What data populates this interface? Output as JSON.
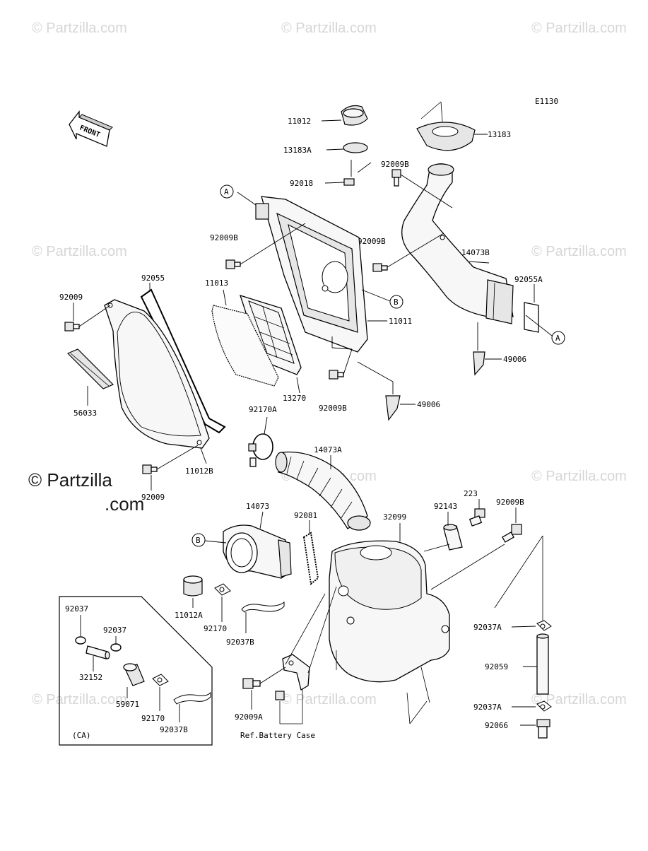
{
  "diagram_code": "E1130",
  "front_label": "FRONT",
  "callouts": {
    "a": "A",
    "b": "B"
  },
  "watermark": {
    "text": "© Partzilla.com",
    "main_line1": "© Partzilla",
    "main_line2": ".com"
  },
  "notes": {
    "battery": "Ref.Battery Case",
    "ca": "(CA)"
  },
  "labels": {
    "p11012": "11012",
    "p13183A": "13183A",
    "p92018": "92018",
    "p13183": "13183",
    "p92009B_a": "92009B",
    "p92009B_b": "92009B",
    "p92009B_c": "92009B",
    "p92009B_d": "92009B",
    "p92009B_e": "92009B",
    "p14073B": "14073B",
    "p92055A": "92055A",
    "p92055": "92055",
    "p11013": "11013",
    "p92009_a": "92009",
    "p92009_b": "92009",
    "p11011": "11011",
    "p49006_a": "49006",
    "p49006_b": "49006",
    "p13270": "13270",
    "p56033": "56033",
    "p92170A": "92170A",
    "p14073A": "14073A",
    "p11012B": "11012B",
    "p223": "223",
    "p92143": "92143",
    "p14073": "14073",
    "p92081": "92081",
    "p32099": "32099",
    "p11012A": "11012A",
    "p92170_a": "92170",
    "p92170_b": "92170",
    "p92037B_a": "92037B",
    "p92037B_b": "92037B",
    "p92037_a": "92037",
    "p92037_b": "92037",
    "p32152": "32152",
    "p59071": "59071",
    "p92009A": "92009A",
    "p92037A_a": "92037A",
    "p92037A_b": "92037A",
    "p92059": "92059",
    "p92066": "92066"
  }
}
